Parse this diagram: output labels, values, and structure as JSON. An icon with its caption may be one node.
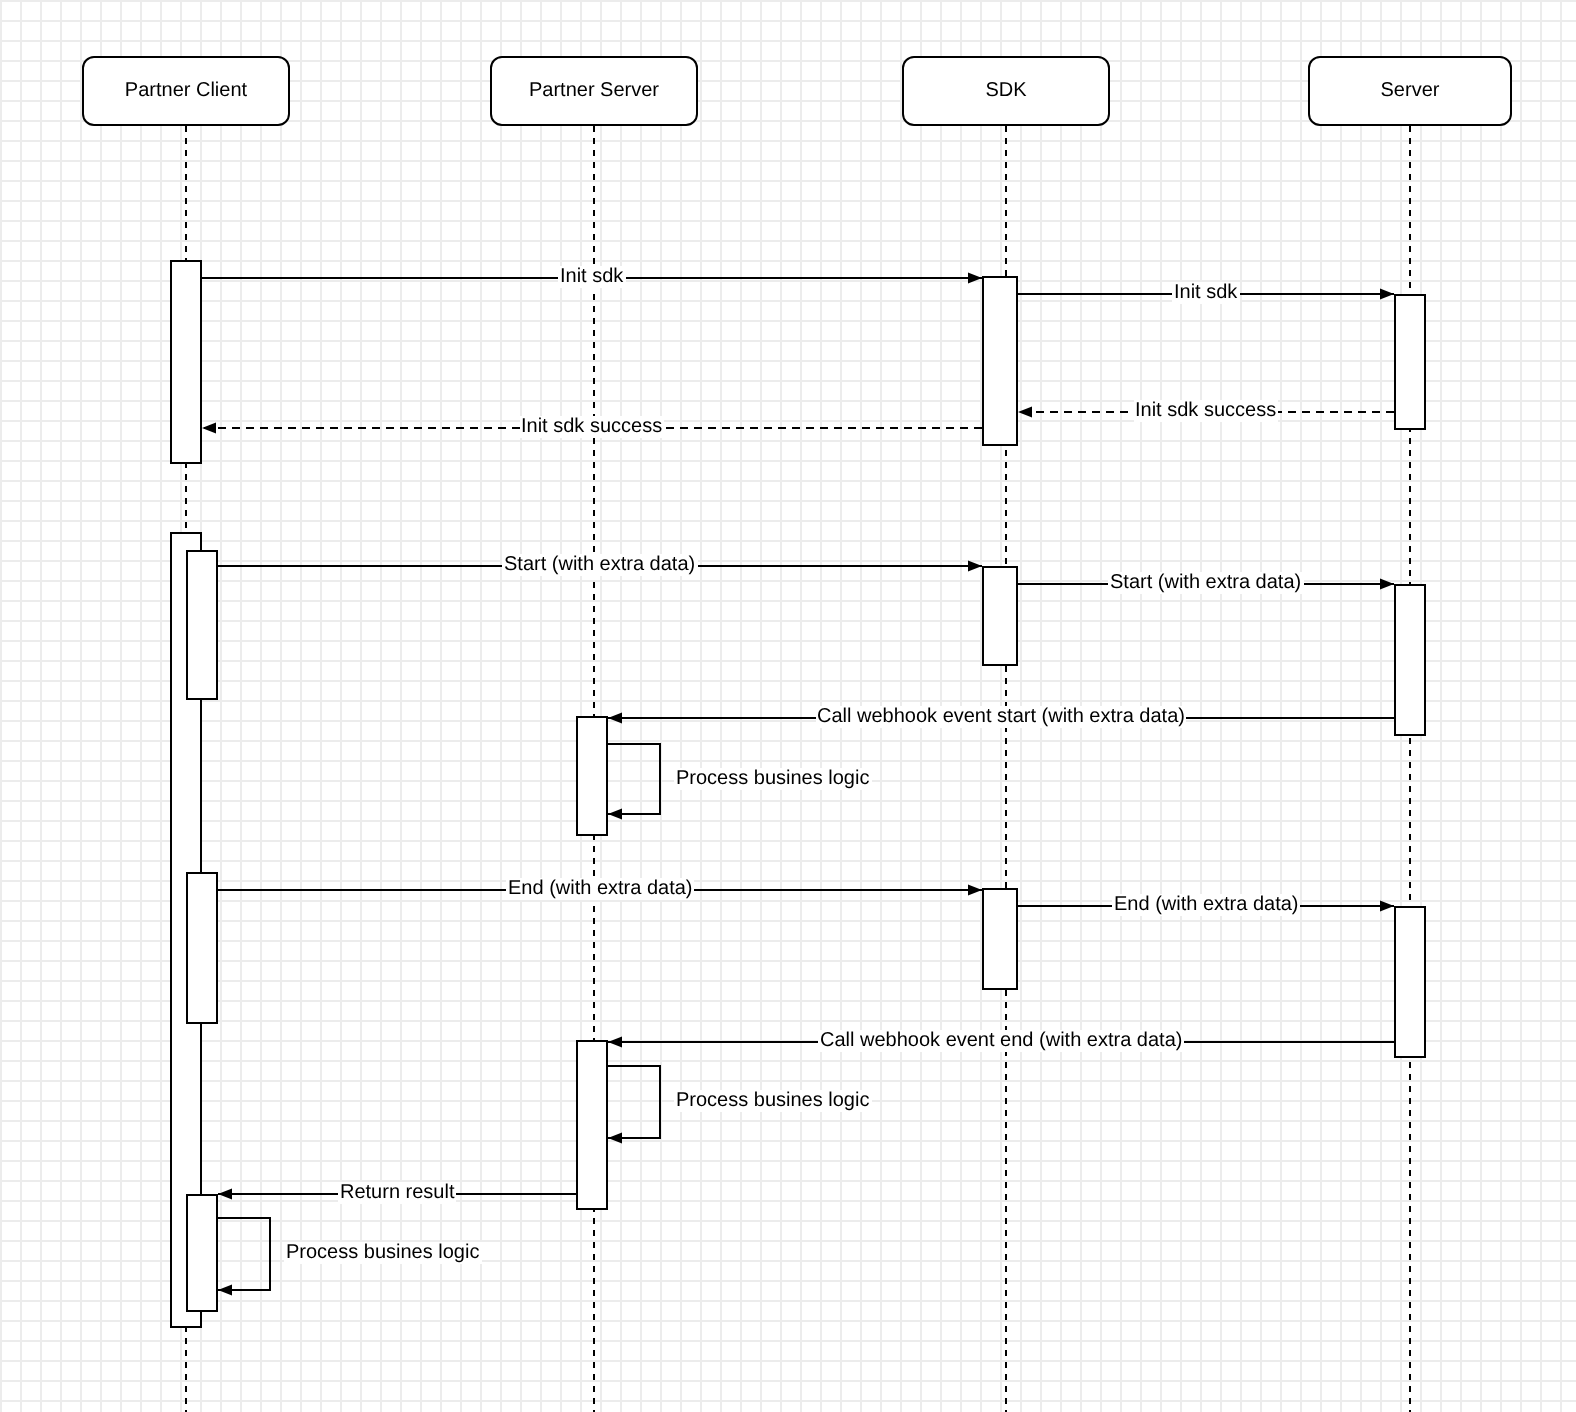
{
  "diagram": {
    "nodes": [
      {
        "text": [
          "Partner Client"
        ]
      },
      {
        "text": [
          "Partner Server"
        ]
      },
      {
        "text": [
          "SDK"
        ]
      },
      {
        "text": [
          "Server"
        ]
      },
      {
        "text": [],
        "shape": "bar"
      },
      {
        "text": [],
        "shape": "bar"
      },
      {
        "text": [],
        "shape": "bar"
      },
      {
        "text": [],
        "shape": "bar"
      },
      {
        "text": [],
        "shape": "bar"
      },
      {
        "text": [],
        "shape": "bar"
      },
      {
        "text": [],
        "shape": "bar"
      },
      {
        "text": [],
        "shape": "bar"
      },
      {
        "text": [],
        "shape": "bar"
      },
      {
        "text": [],
        "shape": "bar"
      },
      {
        "text": [],
        "shape": "bar"
      },
      {
        "text": [],
        "shape": "bar"
      },
      {
        "text": [],
        "shape": "bar"
      }
    ],
    "edges": [
      {
        "from": 4,
        "to": 5,
        "arrow": "to",
        "label": "Init sdk"
      },
      {
        "from": 5,
        "to": 6,
        "arrow": "to",
        "label": "Init sdk"
      },
      {
        "from": 6,
        "to": 5,
        "arrow": "to",
        "label": "Init sdk success",
        "style": "dashed"
      },
      {
        "from": 5,
        "to": 4,
        "arrow": "to",
        "label": "Init sdk success",
        "style": "dashed"
      },
      {
        "from": 8,
        "to": 9,
        "arrow": "to",
        "label": "Start (with extra data)"
      },
      {
        "from": 9,
        "to": 10,
        "arrow": "to",
        "label": "Start (with extra data)"
      },
      {
        "from": 10,
        "to": 11,
        "arrow": "to",
        "label": "Call webhook event start (with extra data)"
      },
      {
        "from": 11,
        "to": 11,
        "arrow": "to",
        "label": "Process busines logic"
      },
      {
        "from": 12,
        "to": 13,
        "arrow": "to",
        "label": "End (with extra data)"
      },
      {
        "from": 13,
        "to": 14,
        "arrow": "to",
        "label": "End (with extra data)"
      },
      {
        "from": 14,
        "to": 15,
        "arrow": "to",
        "label": "Call webhook event end (with extra data)"
      },
      {
        "from": 15,
        "to": 15,
        "arrow": "to",
        "label": "Process busines logic"
      },
      {
        "from": 15,
        "to": 16,
        "arrow": "to",
        "label": "Return result"
      },
      {
        "from": 16,
        "to": 16,
        "arrow": "to",
        "label": "Process busines logic"
      }
    ]
  }
}
